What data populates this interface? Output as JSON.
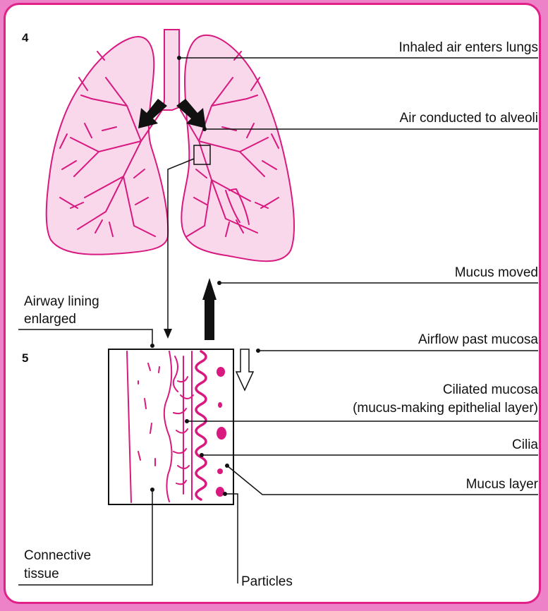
{
  "panel_numbers": {
    "lungs": "4",
    "lining": "5"
  },
  "lungs_labels": {
    "inhaled": "Inhaled air enters lungs",
    "conducted": "Air conducted to alveoli"
  },
  "lining_labels": {
    "airway_line1": "Airway lining",
    "airway_line2": "enlarged",
    "mucus_moved": "Mucus moved",
    "airflow": "Airflow past mucosa",
    "ciliated_line1": "Ciliated mucosa",
    "ciliated_line2": "(mucus-making epithelial layer)",
    "cilia": "Cilia",
    "mucus_layer": "Mucus layer",
    "connective_line1": "Connective",
    "connective_line2": "tissue",
    "particles": "Particles"
  },
  "colors": {
    "background": "#ee82c8",
    "border": "#e0218a",
    "lung_fill": "#f9d8eb",
    "lung_stroke": "#d8197f",
    "ink": "#111111"
  }
}
